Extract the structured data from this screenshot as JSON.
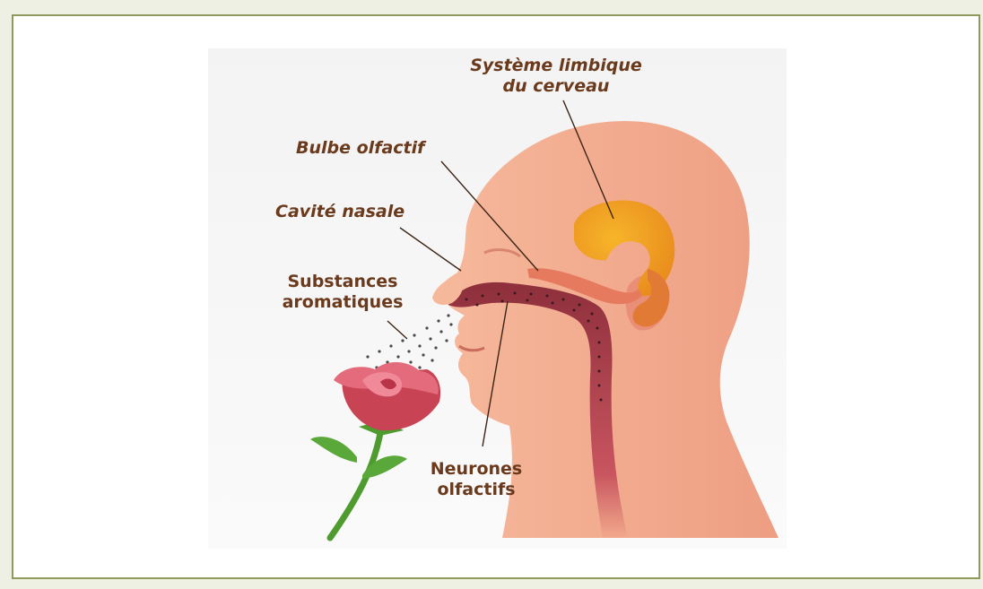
{
  "diagram": {
    "labels": {
      "limbic_line1": "Système limbique",
      "limbic_line2": "du cerveau",
      "bulbe": "Bulbe olfactif",
      "cavite": "Cavité nasale",
      "substances_line1": "Substances",
      "substances_line2": "aromatiques",
      "neurones_line1": "Neurones",
      "neurones_line2": "olfactifs"
    },
    "colors": {
      "label_text": "#6b3a1c",
      "skin": "#f2a98c",
      "limbic": "#f0a623",
      "airway": "#8e2f3c",
      "rose": "#d9566a",
      "stem": "#4e9b2f"
    }
  }
}
